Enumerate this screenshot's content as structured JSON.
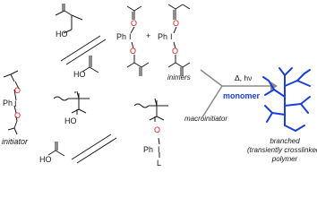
{
  "labels": {
    "ph": "Ph",
    "iodine": "I",
    "oxygen": "O",
    "hydroxyl": "HO",
    "ligand": "L",
    "plus": "+",
    "initiator": "initiator",
    "inimers": "inimers",
    "macroinitiator": "macroinitiator",
    "conditions": "Δ, hν",
    "monomer": "monomer",
    "product_line1": "branched",
    "product_line2": "(transiently crosslinked)",
    "product_line3": "polymer"
  },
  "colors": {
    "monomer": "#1d3fd6",
    "polymer": "#1d3fd6",
    "arrow": "#8a8a8a",
    "ink": "#1a1a1a",
    "oxygen": "#d22020"
  }
}
